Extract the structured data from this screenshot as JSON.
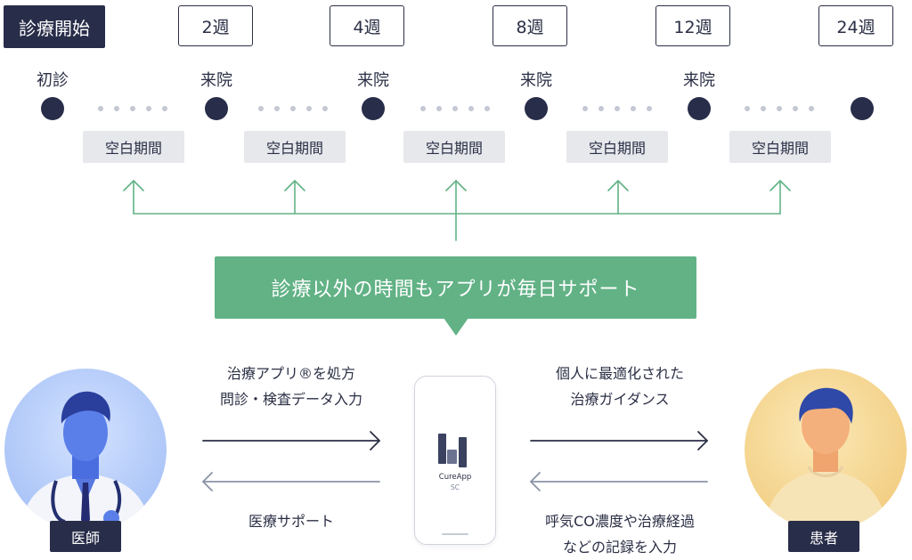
{
  "timeline": {
    "start_label": "診療開始",
    "weeks": [
      "2週",
      "4週",
      "8週",
      "12週",
      "24週"
    ],
    "visits": [
      "初診",
      "来院",
      "来院",
      "来院",
      "来院"
    ],
    "blank_period": "空白期間"
  },
  "banner": {
    "text": "診療以外の時間もアプリが毎日サポート"
  },
  "doctor_to_app": {
    "line1": "治療アプリ®を処方",
    "line2": "問診・検査データ入力"
  },
  "app_to_doctor": {
    "line1": "医療サポート"
  },
  "app_to_patient": {
    "line1": "個人に最適化された",
    "line2": "治療ガイダンス"
  },
  "patient_to_app": {
    "line1": "呼気CO濃度や治療経過",
    "line2": "などの記録を入力"
  },
  "app": {
    "name": "CureApp",
    "sub": "SC"
  },
  "doctor": {
    "label": "医師"
  },
  "patient": {
    "label": "患者"
  },
  "colors": {
    "navy": "#282d49",
    "green": "#62b286",
    "gray_box": "#e6e8ec"
  }
}
